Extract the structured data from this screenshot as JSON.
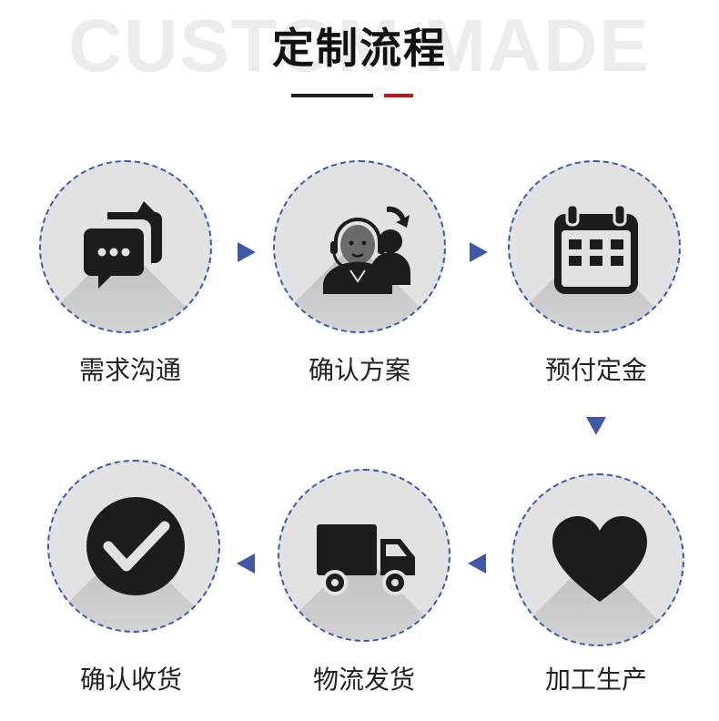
{
  "header": {
    "watermark": "CUSTOM MADE",
    "title": "定制流程"
  },
  "colors": {
    "accent_blue": "#3f59a6",
    "accent_red": "#c0161b",
    "icon_dark": "#1c1c1c"
  },
  "steps": [
    {
      "label": "需求沟通",
      "icon": "chat-bubbles-icon"
    },
    {
      "label": "确认方案",
      "icon": "customer-service-icon"
    },
    {
      "label": "预付定金",
      "icon": "calendar-icon"
    },
    {
      "label": "加工生产",
      "icon": "heart-icon"
    },
    {
      "label": "物流发货",
      "icon": "delivery-truck-icon"
    },
    {
      "label": "确认收货",
      "icon": "checkmark-icon"
    }
  ]
}
